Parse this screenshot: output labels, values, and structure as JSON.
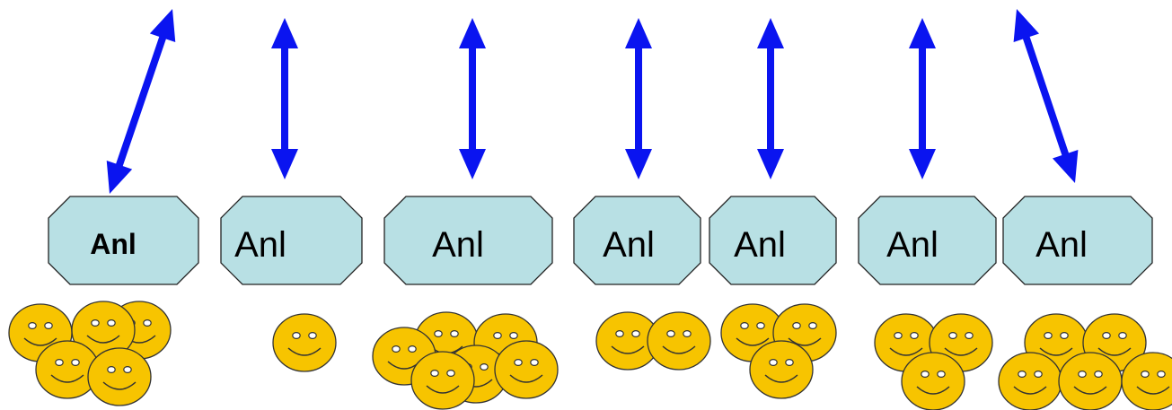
{
  "colors": {
    "background": "#ffffff",
    "arrow": "#0a14f0",
    "box_fill": "#b8e0e4",
    "box_stroke": "#222222",
    "smiley_fill": "#f7c400",
    "smiley_stroke": "#333333"
  },
  "boxes": [
    {
      "label": "Anl",
      "bold": true
    },
    {
      "label": "Anl",
      "bold": false
    },
    {
      "label": "Anl",
      "bold": false
    },
    {
      "label": "Anl",
      "bold": false
    },
    {
      "label": "Anl",
      "bold": false
    },
    {
      "label": "Anl",
      "bold": false
    },
    {
      "label": "Anl",
      "bold": false
    }
  ],
  "arrows": [
    {
      "icon": "double-headed-arrow-icon"
    },
    {
      "icon": "double-headed-arrow-icon"
    },
    {
      "icon": "double-headed-arrow-icon"
    },
    {
      "icon": "double-headed-arrow-icon"
    },
    {
      "icon": "double-headed-arrow-icon"
    },
    {
      "icon": "double-headed-arrow-icon"
    },
    {
      "icon": "double-headed-arrow-icon"
    }
  ],
  "smiley_groups": [
    {
      "count": 5,
      "icon": "smiley-face-icon"
    },
    {
      "count": 1,
      "icon": "smiley-face-icon"
    },
    {
      "count": 6,
      "icon": "smiley-face-icon"
    },
    {
      "count": 2,
      "icon": "smiley-face-icon"
    },
    {
      "count": 3,
      "icon": "smiley-face-icon"
    },
    {
      "count": 3,
      "icon": "smiley-face-icon"
    },
    {
      "count": 5,
      "icon": "smiley-face-icon"
    }
  ]
}
